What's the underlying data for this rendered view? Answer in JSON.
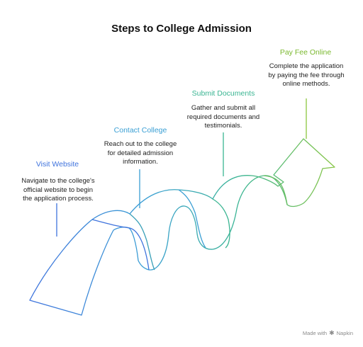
{
  "title": "Steps to College Admission",
  "colors": {
    "step1": "#3f73dd",
    "step2": "#3a9fd4",
    "step3": "#3ab592",
    "step4": "#8cc63f"
  },
  "steps": [
    {
      "title": "Visit Website",
      "description": "Navigate to the college's official website to begin the application process."
    },
    {
      "title": "Contact College",
      "description": "Reach out to the college for detailed admission information."
    },
    {
      "title": "Submit Documents",
      "description": "Gather and submit all required documents and testimonials."
    },
    {
      "title": "Pay Fee Online",
      "description": "Complete the application by paying the fee through online methods."
    }
  ],
  "credit": {
    "text": "Made with",
    "brand": "Napkin",
    "icon": "napkin-logo-icon"
  }
}
